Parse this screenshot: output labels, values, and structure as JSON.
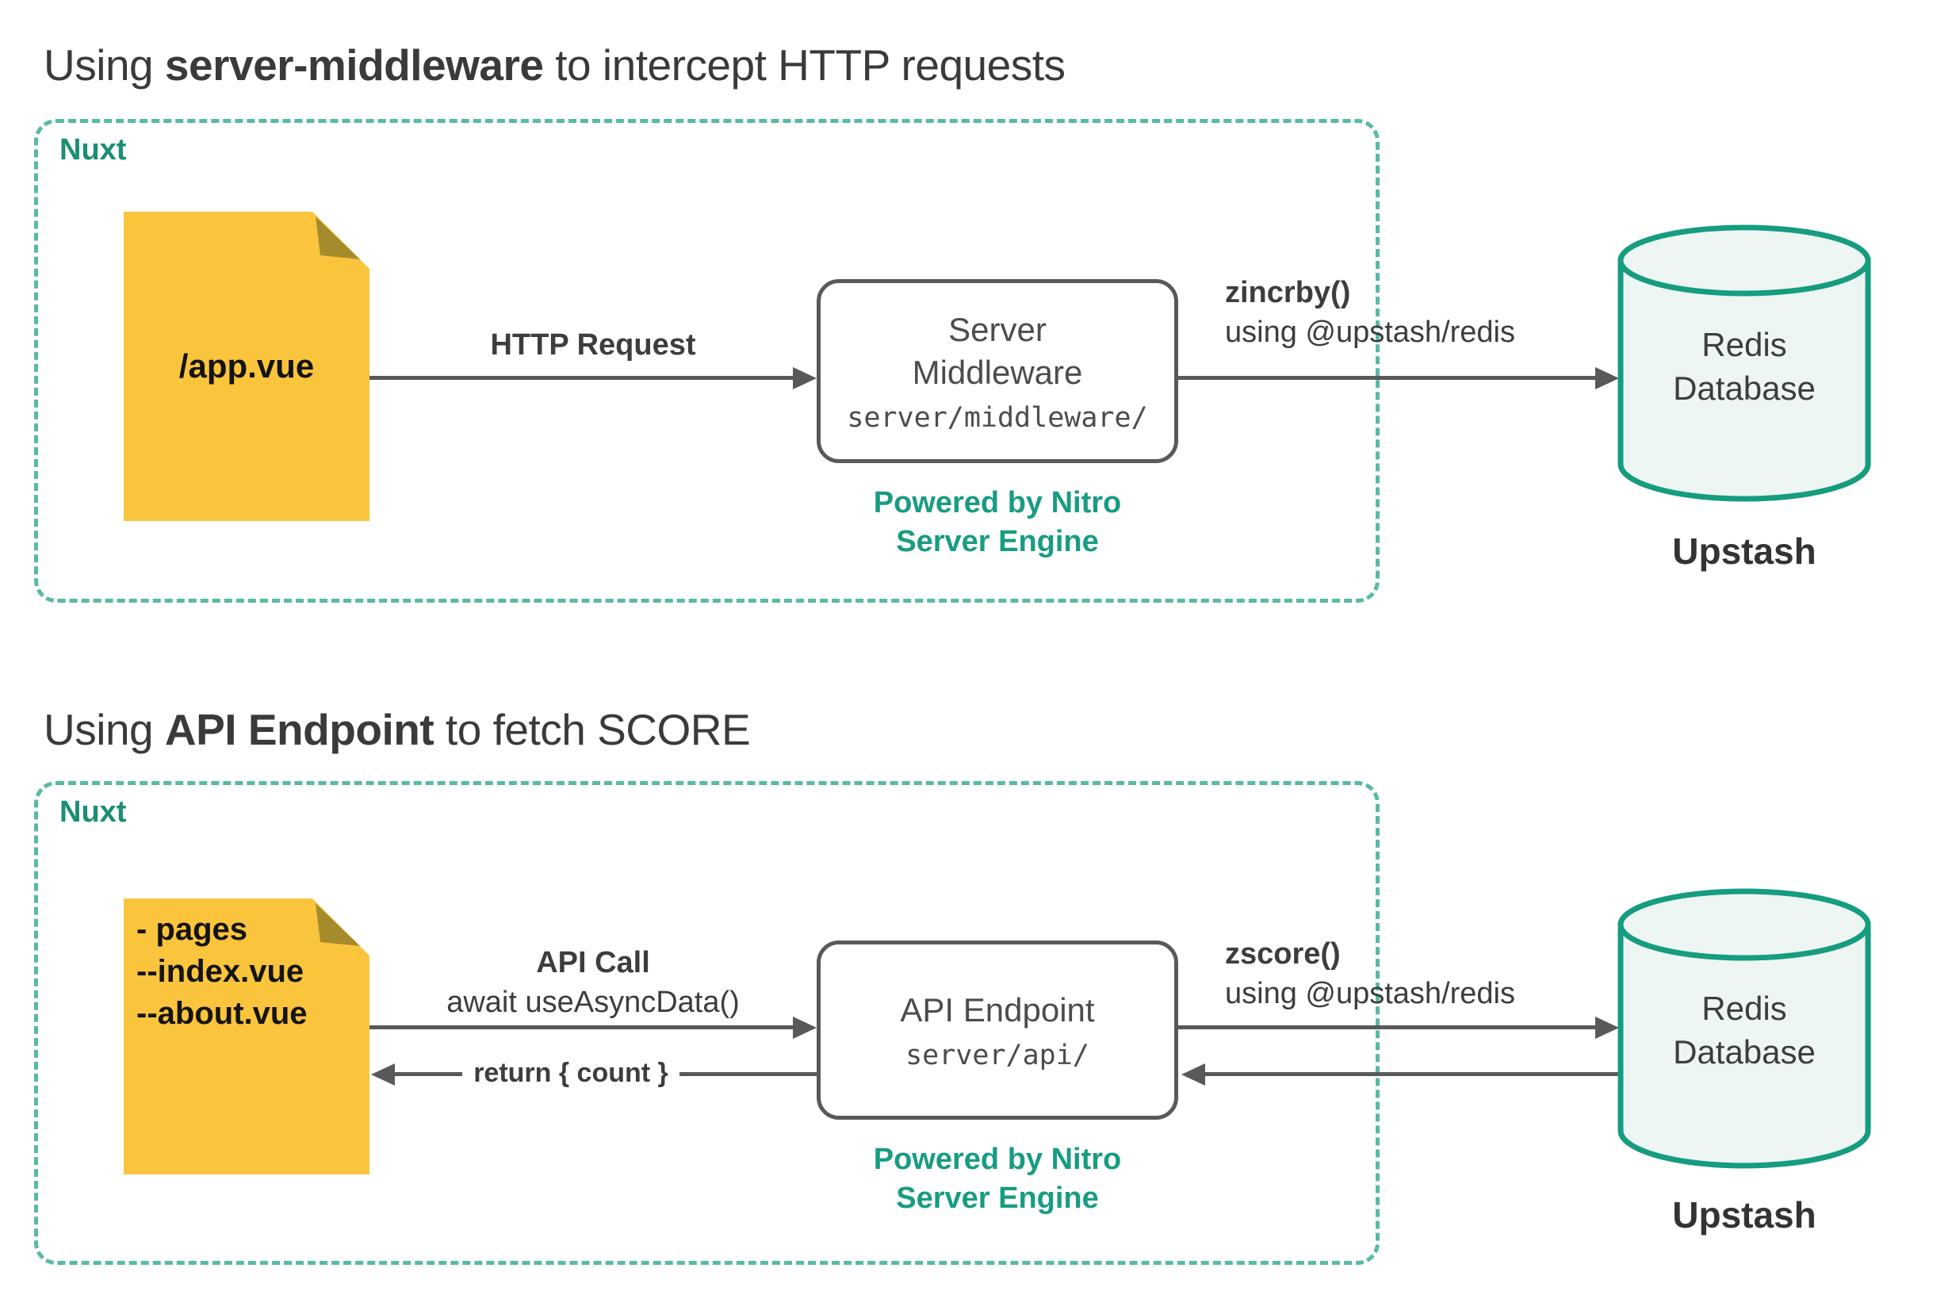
{
  "sections": [
    {
      "title": {
        "prefix": "Using ",
        "bold": "server-middleware",
        "suffix": " to intercept HTTP requests"
      },
      "group_label": "Nuxt",
      "file": {
        "label": "/app.vue"
      },
      "request": {
        "label": "HTTP Request"
      },
      "node": {
        "title": "Server\nMiddleware",
        "path": "server/middleware/",
        "caption": "Powered by Nitro\nServer Engine"
      },
      "db_call": {
        "label": "zincrby()",
        "sublabel": "using @upstash/redis"
      },
      "database": {
        "label": "Redis\nDatabase",
        "caption": "Upstash"
      }
    },
    {
      "title": {
        "prefix": "Using ",
        "bold": "API Endpoint",
        "suffix": " to fetch SCORE"
      },
      "group_label": "Nuxt",
      "file": {
        "lines": [
          "- pages",
          "--index.vue",
          "--about.vue"
        ]
      },
      "request": {
        "label": "API Call",
        "sublabel": "await useAsyncData()",
        "return_label": "return { count }"
      },
      "node": {
        "title": "API Endpoint",
        "path": "server/api/",
        "caption": "Powered by Nitro\nServer Engine"
      },
      "db_call": {
        "label": "zscore()",
        "sublabel": "using @upstash/redis"
      },
      "database": {
        "label": "Redis\nDatabase",
        "caption": "Upstash"
      }
    }
  ],
  "colors": {
    "teal_dashed_border": "#58baa3",
    "teal_group_label": "#1b8e74",
    "nitro_teal": "#189c82",
    "cylinder_stroke": "#169c7f",
    "cylinder_fill": "#edf6f3",
    "file_yellow": "#fbc43d",
    "file_fold": "#a68b2c",
    "arrow_gray": "#595959",
    "text_dark": "#3a3a3a"
  }
}
